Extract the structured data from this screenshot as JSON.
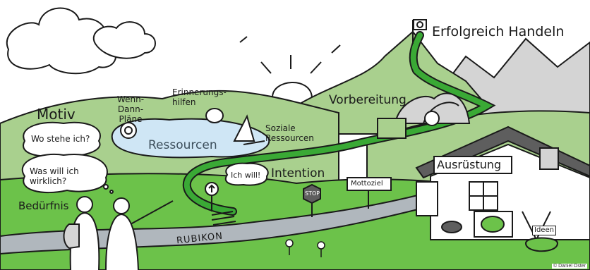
{
  "labels": {
    "goal": "Erfolgreich Handeln",
    "motiv": "Motiv",
    "question_1": "Wo stehe ich?",
    "question_2": "Was will ich wirklich?",
    "beduerfnis": "Bedürfnis",
    "wenn_dann": "Wenn-Dann-Pläne",
    "erinnerungshilfen": "Erinnerungs-hilfen",
    "ressourcen": "Ressourcen",
    "soziale_ressourcen": "Soziale Ressourcen",
    "vorbereitung": "Vorbereitung",
    "ich_will": "Ich will!",
    "intention": "Intention",
    "stop": "STOP",
    "mottoziel": "Mottoziel",
    "ausruestung": "Ausrüstung",
    "ideen": "Ideen",
    "rubikon": "RUBIKON",
    "credit": "© Daniel Oster"
  },
  "colors": {
    "mountain": "#d4d4d4",
    "hill": "#a9d08e",
    "meadow": "#6cc24a",
    "path": "#3aa935",
    "water": "#cfe6f5",
    "river": "#b0b7bd",
    "stone": "#c8c8c8",
    "roof": "#5e5e5e",
    "ink": "#1a1a1a"
  }
}
